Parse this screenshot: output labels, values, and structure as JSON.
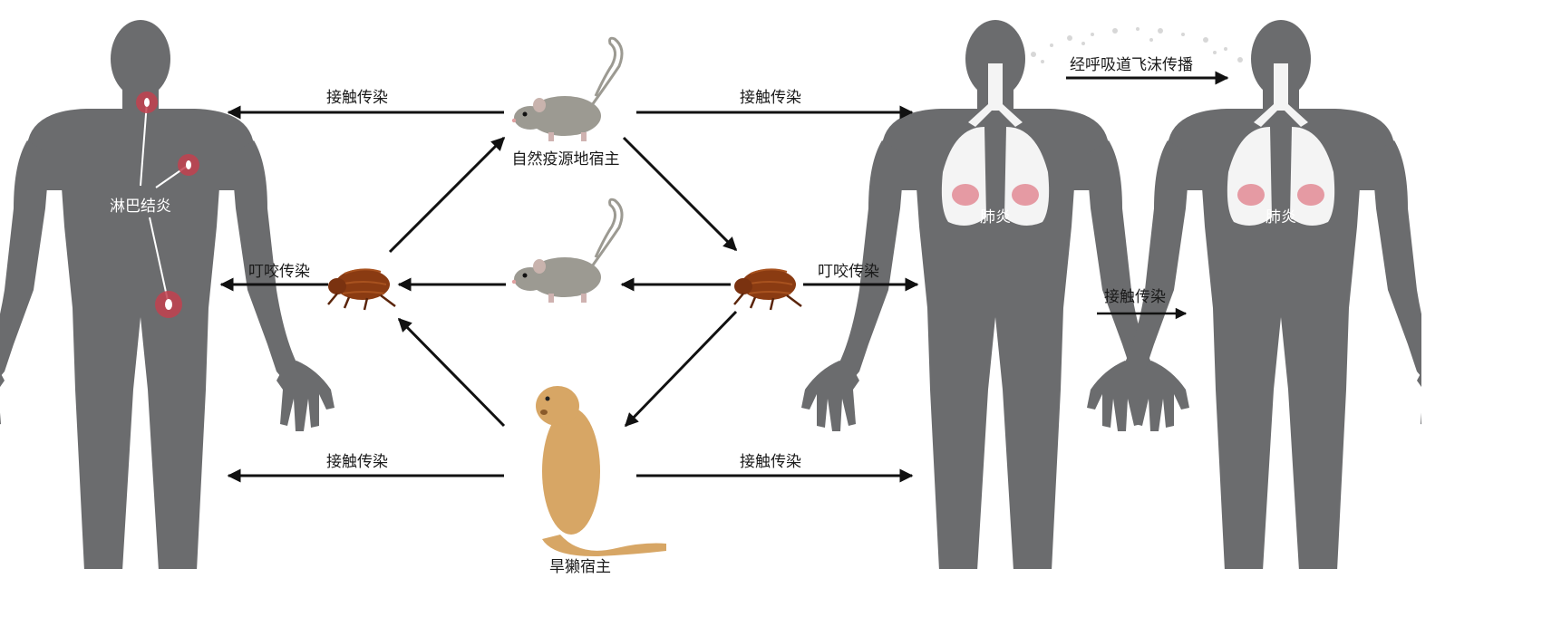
{
  "labels": {
    "contact": "接触传染",
    "bite": "叮咬传染",
    "droplet": "经呼吸道飞沫传播",
    "lymphadenitis": "淋巴结炎",
    "pneumonia": "肺炎",
    "natural_host": "自然疫源地宿主",
    "marmot_partial": "旱獭宿主"
  },
  "colors": {
    "silhouette": "#6b6c6e",
    "lung": "#f4f4f4",
    "lung_lesion": "#e59aa3",
    "node_marker": "#c2414f",
    "arrow": "#111111",
    "rat_body": "#9c9a92",
    "flea_body": "#8a3b12",
    "marmot_body": "#d7a665"
  },
  "icons": [
    "human-silhouette",
    "rat-icon",
    "flea-icon",
    "marmot-icon",
    "lung-icon",
    "spray-cloud-icon"
  ]
}
